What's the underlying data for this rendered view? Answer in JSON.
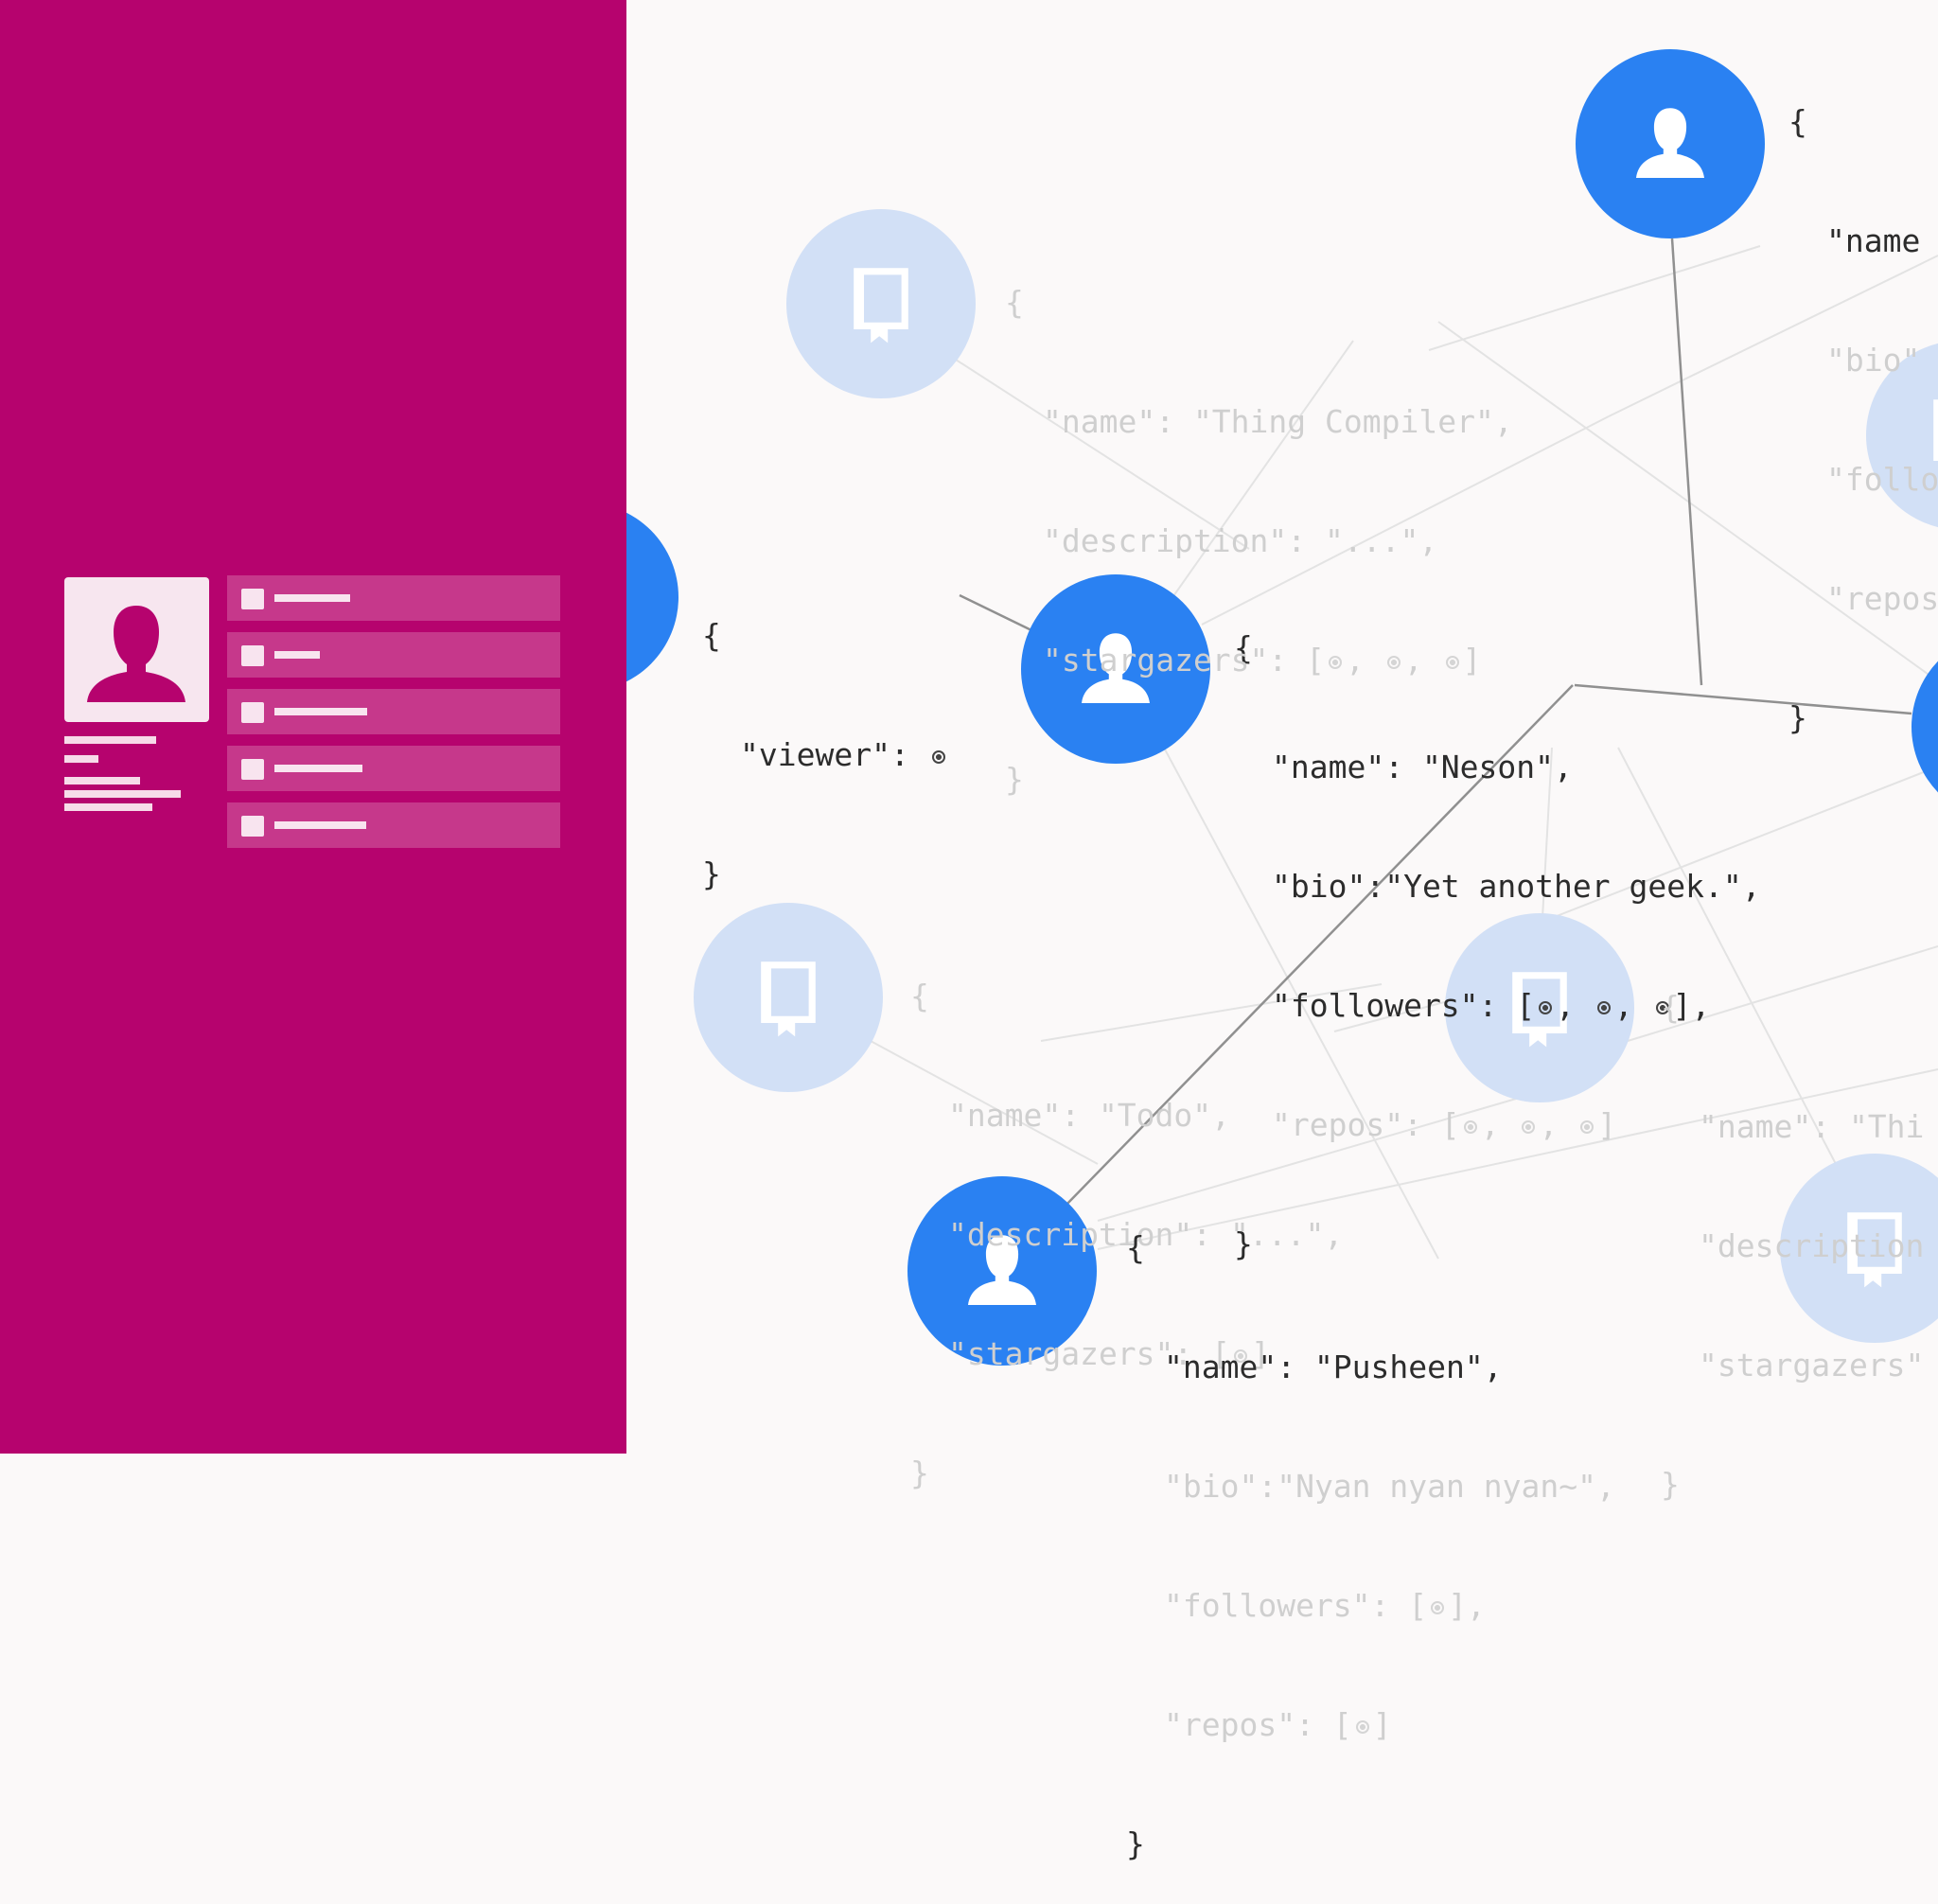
{
  "colors": {
    "panel_bg": "#b6036e",
    "canvas_bg": "#fbf9f9",
    "user_node": "#2a81f2",
    "repo_node": "#d2e0f6"
  },
  "panel": {
    "profile_icon": "user-silhouette-icon",
    "list_row_icon": "user-badge-icon",
    "list_row_count": 5
  },
  "nodes": [
    {
      "id": "viewer-node",
      "kind": "user",
      "icon": "user-icon"
    },
    {
      "id": "neson-node",
      "kind": "user",
      "icon": "user-icon"
    },
    {
      "id": "top-user-node",
      "kind": "user",
      "icon": "user-icon"
    },
    {
      "id": "pusheen-node",
      "kind": "user",
      "icon": "user-icon"
    },
    {
      "id": "right-user-node",
      "kind": "user",
      "icon": "user-icon"
    },
    {
      "id": "thing-compiler-node",
      "kind": "repo",
      "icon": "book-icon"
    },
    {
      "id": "todo-node",
      "kind": "repo",
      "icon": "book-icon"
    },
    {
      "id": "middle-repo-node",
      "kind": "repo",
      "icon": "book-icon"
    },
    {
      "id": "bottom-right-repo-node",
      "kind": "repo",
      "icon": "book-icon"
    },
    {
      "id": "right-repo-node",
      "kind": "repo",
      "icon": "book-icon"
    }
  ],
  "code": {
    "viewer": {
      "open": "{",
      "line1": "\"viewer\": ",
      "close": "}"
    },
    "neson": {
      "open": "{",
      "name": "\"name\": \"Neson\",",
      "bio": "\"bio\":\"Yet another geek.\",",
      "followers_prefix": "\"followers\": [",
      "followers_suffix": "],",
      "repos_prefix": "\"repos\": [",
      "repos_suffix": "]",
      "close": "}"
    },
    "thing_compiler": {
      "open": "{",
      "name": "\"name\": \"Thing Compiler\",",
      "description": "\"description\": \"...\",",
      "stargazers_prefix": "\"stargazers\": [",
      "stargazers_suffix": "]",
      "close": "}"
    },
    "todo": {
      "open": "{",
      "name": "\"name\": \"Todo\",",
      "description": "\"description\": \"...\",",
      "stargazers_prefix": "\"stargazers\": [",
      "stargazers_suffix": "]",
      "close": "}"
    },
    "pusheen": {
      "open": "{",
      "name": "\"name\": \"Pusheen\",",
      "bio": "\"bio\":\"Nyan nyan nyan~\",",
      "followers_prefix": "\"followers\": [",
      "followers_suffix": "],",
      "repos_prefix": "\"repos\": [",
      "repos_suffix": "]",
      "close": "}"
    },
    "top_right": {
      "open": "{",
      "name": "\"name",
      "bio": "\"bio\"",
      "followers": "\"follo",
      "repos": "\"repos",
      "close": "}"
    },
    "right_repo": {
      "open": "{",
      "name": "\"name\": \"Thi",
      "description": "\"description",
      "stargazers": "\"stargazers\"",
      "close": "}"
    }
  }
}
